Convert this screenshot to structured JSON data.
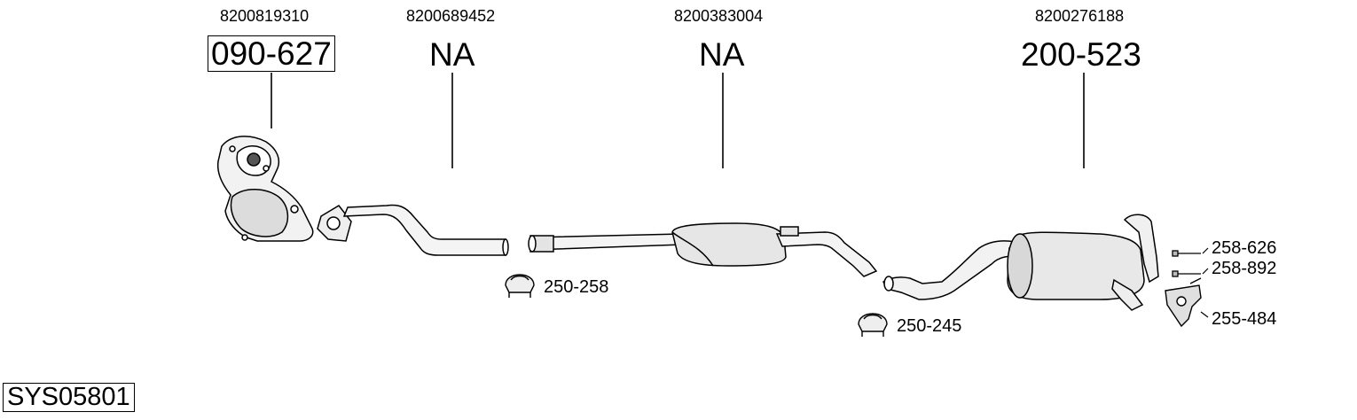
{
  "parts": [
    {
      "oem": "8200819310",
      "code": "090-627",
      "boxed": true
    },
    {
      "oem": "8200689452",
      "code": "NA",
      "boxed": false
    },
    {
      "oem": "8200383004",
      "code": "NA",
      "boxed": false
    },
    {
      "oem": "8200276188",
      "code": "200-523",
      "boxed": false
    }
  ],
  "accessories": [
    {
      "code": "250-258"
    },
    {
      "code": "250-245"
    },
    {
      "code": "258-626"
    },
    {
      "code": "258-892"
    },
    {
      "code": "255-484"
    }
  ],
  "system_code": "SYS05801"
}
